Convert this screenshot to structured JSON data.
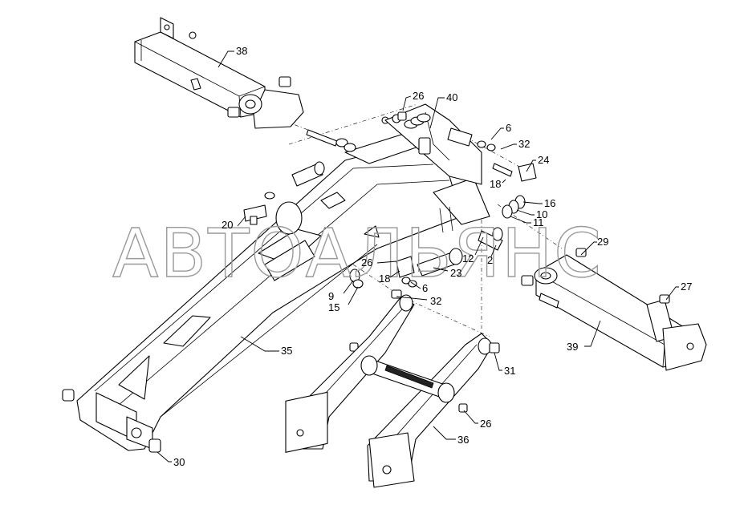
{
  "watermark": "АВТОАЛЬЯНС",
  "callouts": [
    {
      "id": "c38",
      "text": "38"
    },
    {
      "id": "c26a",
      "text": "26"
    },
    {
      "id": "c40",
      "text": "40"
    },
    {
      "id": "c6a",
      "text": "6"
    },
    {
      "id": "c32a",
      "text": "32"
    },
    {
      "id": "c24",
      "text": "24"
    },
    {
      "id": "c18a",
      "text": "18"
    },
    {
      "id": "c16",
      "text": "16"
    },
    {
      "id": "c10",
      "text": "10"
    },
    {
      "id": "c11",
      "text": "11"
    },
    {
      "id": "c20",
      "text": "20"
    },
    {
      "id": "c29",
      "text": "29"
    },
    {
      "id": "c12",
      "text": "12"
    },
    {
      "id": "c2",
      "text": "2"
    },
    {
      "id": "c26b",
      "text": "26"
    },
    {
      "id": "c18b",
      "text": "18"
    },
    {
      "id": "c23",
      "text": "23"
    },
    {
      "id": "c9",
      "text": "9"
    },
    {
      "id": "c15",
      "text": "15"
    },
    {
      "id": "c6b",
      "text": "6"
    },
    {
      "id": "c32b",
      "text": "32"
    },
    {
      "id": "c27",
      "text": "27"
    },
    {
      "id": "c35",
      "text": "35"
    },
    {
      "id": "c39",
      "text": "39"
    },
    {
      "id": "c31",
      "text": "31"
    },
    {
      "id": "c26c",
      "text": "26"
    },
    {
      "id": "c36",
      "text": "36"
    },
    {
      "id": "c30",
      "text": "30"
    }
  ]
}
